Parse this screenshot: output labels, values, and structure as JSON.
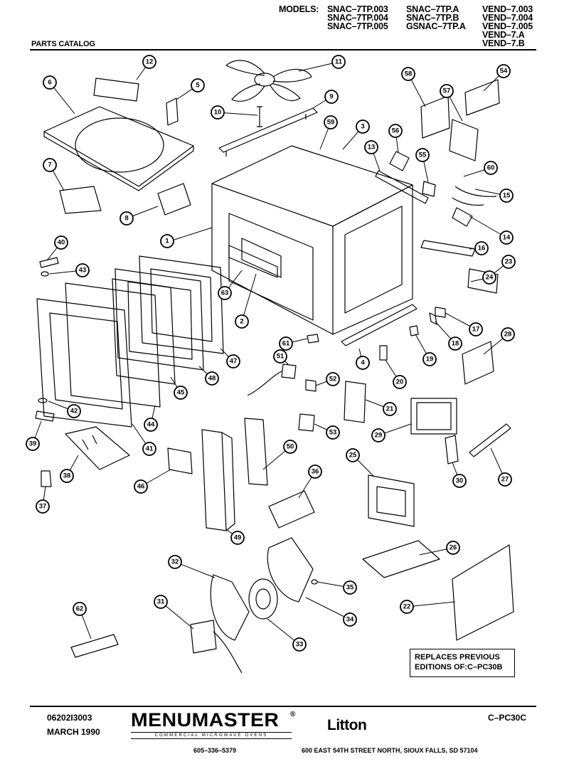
{
  "header": {
    "models_label": "MODELS:",
    "model_columns": [
      [
        "SNAC–7TP.003",
        "SNAC–7TP.004",
        "SNAC–7TP.005"
      ],
      [
        "SNAC–7TP.A",
        "SNAC–7TP.B",
        "GSNAC–7TP.A"
      ],
      [
        "VEND–7.003",
        "VEND–7.004",
        "VEND–7.005",
        "VEND–7.A",
        "VEND–7.B"
      ]
    ],
    "parts_catalog": "PARTS CATALOG"
  },
  "callouts": [
    "1",
    "2",
    "3",
    "4",
    "5",
    "6",
    "7",
    "8",
    "9",
    "10",
    "11",
    "12",
    "13",
    "14",
    "15",
    "16",
    "17",
    "18",
    "19",
    "20",
    "21",
    "22",
    "23",
    "24",
    "25",
    "26",
    "27",
    "28",
    "29",
    "30",
    "31",
    "32",
    "33",
    "34",
    "35",
    "36",
    "37",
    "38",
    "39",
    "40",
    "41",
    "42",
    "43",
    "44",
    "45",
    "46",
    "47",
    "48",
    "49",
    "50",
    "51",
    "52",
    "53",
    "54",
    "55",
    "56",
    "57",
    "58",
    "59",
    "60",
    "61",
    "62",
    "63"
  ],
  "replaces_box": {
    "line1": "REPLACES PREVIOUS",
    "line2": "EDITIONS OF:C–PC30B"
  },
  "footer": {
    "doc_number": "06202I3003",
    "date": "MARCH  1990",
    "brand": "MENUMASTER",
    "registered": "®",
    "tagline": "COMMERCIAL MICROWAVE OVENS",
    "litton": "Litton",
    "catalog_code": "C–PC30C",
    "phone": "605–336–5379",
    "address": "600  EAST  54TH  STREET  NORTH,  SIOUX  FALLS,  SD    57104"
  }
}
